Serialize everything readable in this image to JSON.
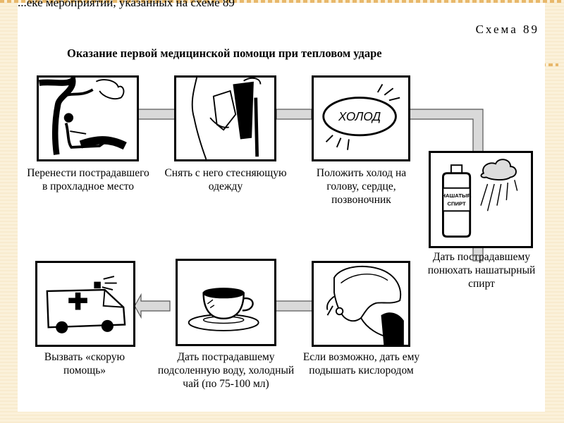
{
  "header": {
    "cut_text": "...еке мероприятии, указанных на схеме 89",
    "scheme_label": "Схема 89",
    "title": "Оказание первой медицинской помощи при тепловом ударе"
  },
  "steps": [
    {
      "caption": "Перенести пострадавшего в прохладное место"
    },
    {
      "caption": "Снять с него стесняющую одежду"
    },
    {
      "caption": "Положить холод на голову, сердце, позвоночник",
      "icon_text": "ХОЛОД"
    },
    {
      "caption": "Дать пострадавшему понюхать нашатырный спирт",
      "icon_text": "НАШАТЫР. СПИРТ"
    },
    {
      "caption": "Если возможно, дать ему подышать кислородом"
    },
    {
      "caption": "Дать пострадавшему подсоленную воду, холодный чай (по 75-100 мл)"
    },
    {
      "caption": "Вызвать «скорую помощь»"
    }
  ],
  "icons": {
    "step1": "person-under-tree-icon",
    "step2": "clothing-icon",
    "step3": "cold-pack-icon",
    "step4": "ammonia-bottle-icon",
    "step5": "oxygen-mask-icon",
    "step6": "tea-cup-icon",
    "step7": "ambulance-icon"
  }
}
